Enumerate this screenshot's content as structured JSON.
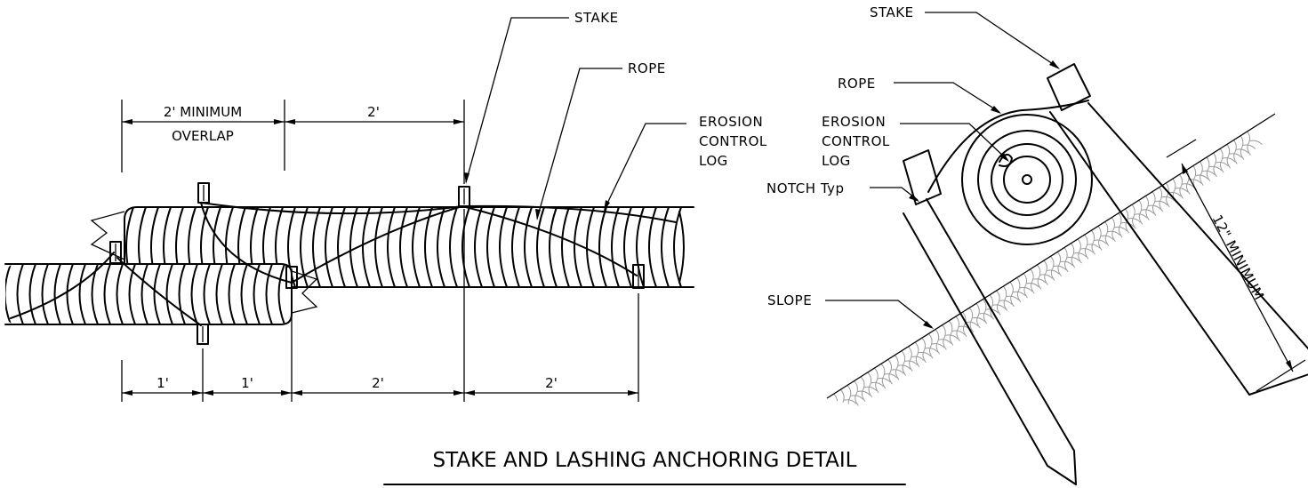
{
  "title": "STAKE AND LASHING ANCHORING DETAIL",
  "left_view": {
    "labels": {
      "stake": "STAKE",
      "rope": "ROPE",
      "log_1": "EROSION",
      "log_2": "CONTROL",
      "log_3": "LOG"
    },
    "top_dims": {
      "overlap_1": "2' MINIMUM",
      "overlap_2": "OVERLAP",
      "spacing": "2'"
    },
    "bottom_dims": {
      "d1": "1'",
      "d2": "1'",
      "d3": "2'",
      "d4": "2'"
    }
  },
  "right_view": {
    "labels": {
      "stake": "STAKE",
      "rope": "ROPE",
      "log_1": "EROSION",
      "log_2": "CONTROL",
      "log_3": "LOG",
      "notch": "NOTCH Typ",
      "slope": "SLOPE",
      "depth": "12\" MINIMUM"
    }
  }
}
